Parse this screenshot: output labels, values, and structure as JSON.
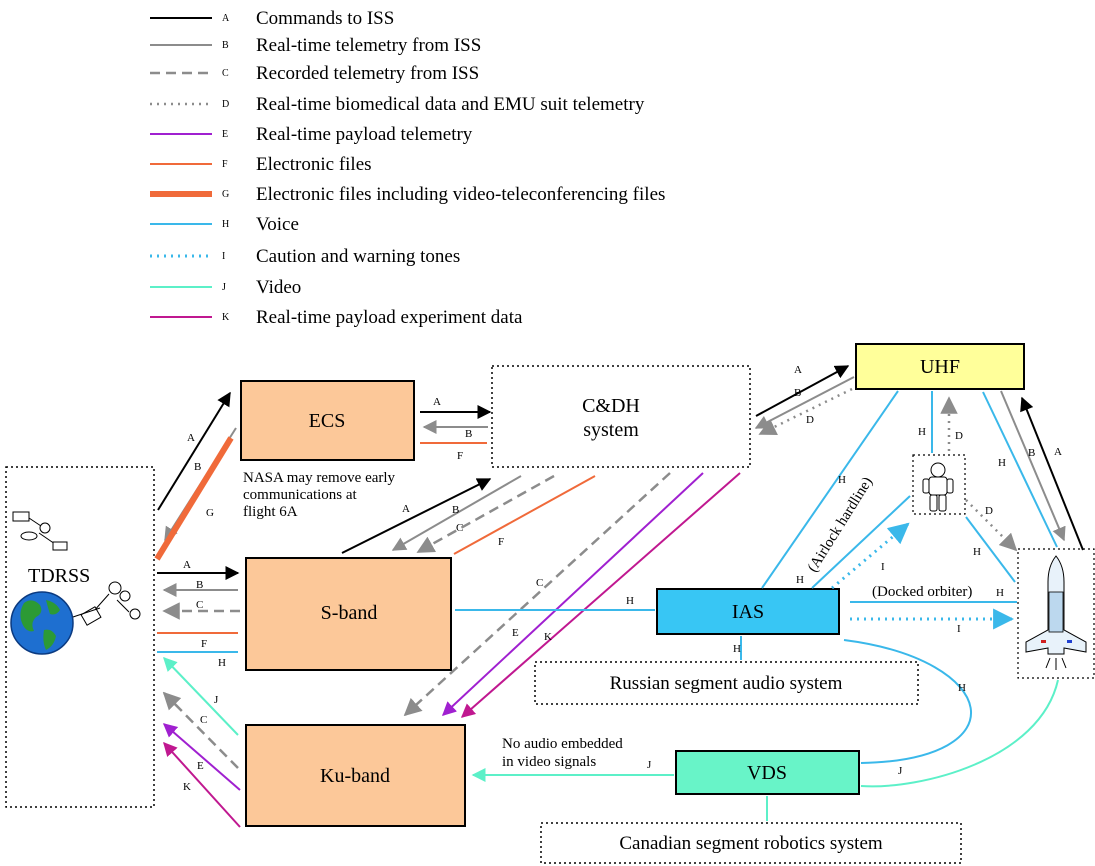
{
  "legend": [
    {
      "letter": "A",
      "text": "Commands to ISS",
      "color": "#000000",
      "dash": "",
      "width": 2
    },
    {
      "letter": "B",
      "text": "Real-time telemetry from ISS",
      "color": "#8c8c8c",
      "dash": "",
      "width": 2
    },
    {
      "letter": "C",
      "text": "Recorded telemetry from ISS",
      "color": "#8c8c8c",
      "dash": "10 6",
      "width": 2.5
    },
    {
      "letter": "D",
      "text": "Real-time biomedical data and EMU suit telemetry",
      "color": "#8c8c8c",
      "dash": "2 5",
      "width": 2.5
    },
    {
      "letter": "E",
      "text": "Real-time payload telemetry",
      "color": "#a020d0",
      "dash": "",
      "width": 2
    },
    {
      "letter": "F",
      "text": "Electronic files",
      "color": "#f06a3a",
      "dash": "",
      "width": 2
    },
    {
      "letter": "G",
      "text": "Electronic files including video-teleconferencing files",
      "color": "#f06a3a",
      "dash": "",
      "width": 6
    },
    {
      "letter": "H",
      "text": "Voice",
      "color": "#3ab8ea",
      "dash": "",
      "width": 2
    },
    {
      "letter": "I",
      "text": "Caution and warning tones",
      "color": "#3ab8ea",
      "dash": "2 5",
      "width": 3
    },
    {
      "letter": "J",
      "text": "Video",
      "color": "#5cf0c8",
      "dash": "",
      "width": 2
    },
    {
      "letter": "K",
      "text": "Real-time payload experiment data",
      "color": "#c01890",
      "dash": "",
      "width": 2
    }
  ],
  "nodes": {
    "tdrss": "TDRSS",
    "ecs": "ECS",
    "cdh_line1": "C&DH",
    "cdh_line2": "system",
    "uhf": "UHF",
    "sband": "S-band",
    "kuband": "Ku-band",
    "ias": "IAS",
    "vds": "VDS",
    "russian": "Russian segment audio system",
    "canadian": "Canadian segment robotics system"
  },
  "notes": {
    "nasa_line1": "NASA may remove early",
    "nasa_line2": "communications at",
    "nasa_line3": "flight 6A",
    "audio_line1": "No audio embedded",
    "audio_line2": "in video signals",
    "airlock": "(Airlock hardline)",
    "docked": "(Docked orbiter)"
  },
  "colors": {
    "ecs_fill": "#fcc899",
    "uhf_fill": "#ffff9a",
    "ias_fill": "#38c6f4",
    "vds_fill": "#68f4c8",
    "commands": "#000000",
    "telemetry": "#8c8c8c",
    "payload": "#a020d0",
    "files": "#f06a3a",
    "voice": "#3ab8ea",
    "video": "#5cf0c8",
    "experiment": "#c01890"
  },
  "icons": [
    "tdrss-satellite-icon",
    "earth-globe-icon",
    "astronaut-icon",
    "space-shuttle-icon"
  ]
}
